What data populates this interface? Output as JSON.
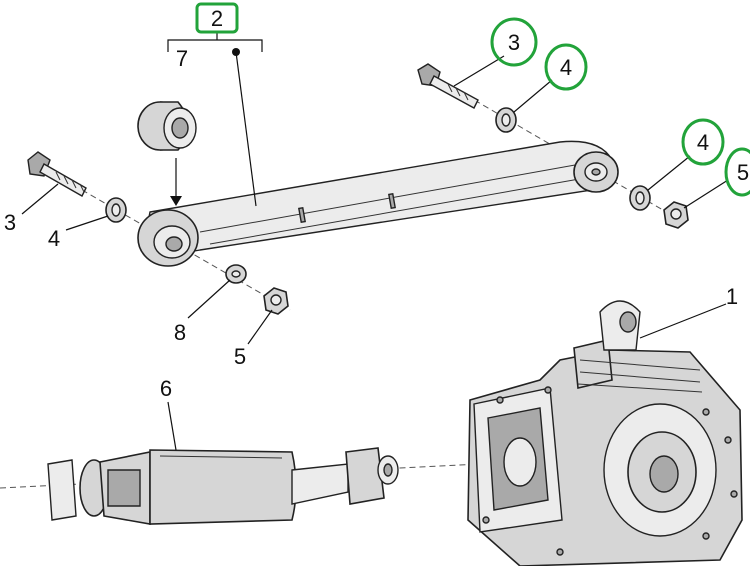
{
  "diagram": {
    "title": "Rear suspension link and transfer case exploded view",
    "highlight_color": "#22a33a",
    "callouts": [
      {
        "id": "c1",
        "label": "1",
        "highlighted": false,
        "shape": "none",
        "part": "transfer-case"
      },
      {
        "id": "c2",
        "label": "2",
        "highlighted": true,
        "shape": "square",
        "part": "control-arm-assembly"
      },
      {
        "id": "c3a",
        "label": "3",
        "highlighted": true,
        "shape": "circle",
        "part": "bolt-right"
      },
      {
        "id": "c4a",
        "label": "4",
        "highlighted": true,
        "shape": "circle",
        "part": "washer-right-upper"
      },
      {
        "id": "c4b",
        "label": "4",
        "highlighted": true,
        "shape": "circle",
        "part": "washer-right-lower"
      },
      {
        "id": "c5a",
        "label": "5",
        "highlighted": true,
        "shape": "circle",
        "part": "nut-right"
      },
      {
        "id": "c7",
        "label": "7",
        "highlighted": false,
        "shape": "none",
        "part": "bushing"
      },
      {
        "id": "c3b",
        "label": "3",
        "highlighted": false,
        "shape": "none",
        "part": "bolt-left"
      },
      {
        "id": "c4c",
        "label": "4",
        "highlighted": false,
        "shape": "none",
        "part": "washer-left"
      },
      {
        "id": "c8",
        "label": "8",
        "highlighted": false,
        "shape": "none",
        "part": "washer-small"
      },
      {
        "id": "c5b",
        "label": "5",
        "highlighted": false,
        "shape": "none",
        "part": "nut-left"
      },
      {
        "id": "c6",
        "label": "6",
        "highlighted": false,
        "shape": "none",
        "part": "drive-shaft"
      }
    ]
  }
}
